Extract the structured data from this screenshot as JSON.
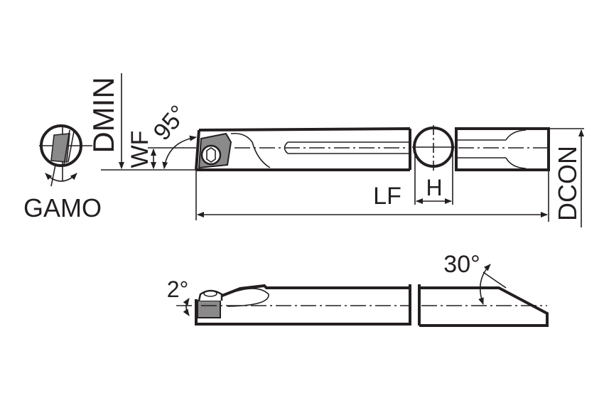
{
  "drawing": {
    "top_view": {
      "labels": {
        "dmin": "DMIN",
        "wf": "WF",
        "angle_95": "95°",
        "gamo": "GAMO",
        "lf": "LF",
        "h": "H",
        "dcon": "DCON"
      }
    },
    "side_view": {
      "labels": {
        "angle_2": "2°",
        "angle_30": "30°"
      }
    },
    "colors": {
      "line": "#231f20",
      "insert_fill": "#8a8a8a"
    }
  }
}
